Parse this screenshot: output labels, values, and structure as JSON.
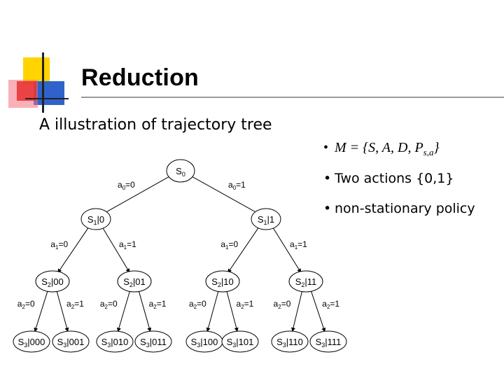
{
  "slide": {
    "title": "Reduction",
    "subtitle": "A illustration of trajectory tree",
    "bullets": [
      {
        "main": "M = {S, A, D, P",
        "sub": "s,a",
        "tail": "}"
      },
      {
        "main": "Two actions {0,1}"
      },
      {
        "main": "non-stationary policy"
      }
    ]
  },
  "tree": {
    "root": {
      "label": "S",
      "sub": "0"
    },
    "levels": [
      {
        "nodes": [
          {
            "label": "S",
            "sub": "1",
            "hist": "|0"
          },
          {
            "label": "S",
            "sub": "1",
            "hist": "|1"
          }
        ]
      },
      {
        "nodes": [
          {
            "label": "S",
            "sub": "2",
            "hist": "|00"
          },
          {
            "label": "S",
            "sub": "2",
            "hist": "|01"
          },
          {
            "label": "S",
            "sub": "2",
            "hist": "|10"
          },
          {
            "label": "S",
            "sub": "2",
            "hist": "|11"
          }
        ]
      },
      {
        "nodes": [
          {
            "label": "S",
            "sub": "3",
            "hist": "|000"
          },
          {
            "label": "S",
            "sub": "3",
            "hist": "|001"
          },
          {
            "label": "S",
            "sub": "3",
            "hist": "|010"
          },
          {
            "label": "S",
            "sub": "3",
            "hist": "|011"
          },
          {
            "label": "S",
            "sub": "3",
            "hist": "|100"
          },
          {
            "label": "S",
            "sub": "3",
            "hist": "|101"
          },
          {
            "label": "S",
            "sub": "3",
            "hist": "|110"
          },
          {
            "label": "S",
            "sub": "3",
            "hist": "|111"
          }
        ]
      }
    ],
    "edge_labels": [
      [
        {
          "a": "a",
          "sub": "0",
          "val": "=0"
        },
        {
          "a": "a",
          "sub": "0",
          "val": "=1"
        }
      ],
      [
        {
          "a": "a",
          "sub": "1",
          "val": "=0"
        },
        {
          "a": "a",
          "sub": "1",
          "val": "=1"
        },
        {
          "a": "a",
          "sub": "1",
          "val": "=0"
        },
        {
          "a": "a",
          "sub": "1",
          "val": "=1"
        }
      ],
      [
        {
          "a": "a",
          "sub": "2",
          "val": "=0"
        },
        {
          "a": "a",
          "sub": "2",
          "val": "=1"
        },
        {
          "a": "a",
          "sub": "2",
          "val": "=0"
        },
        {
          "a": "a",
          "sub": "2",
          "val": "=1"
        },
        {
          "a": "a",
          "sub": "2",
          "val": "=0"
        },
        {
          "a": "a",
          "sub": "2",
          "val": "=1"
        },
        {
          "a": "a",
          "sub": "2",
          "val": "=0"
        },
        {
          "a": "a",
          "sub": "2",
          "val": "=1"
        }
      ]
    ]
  }
}
